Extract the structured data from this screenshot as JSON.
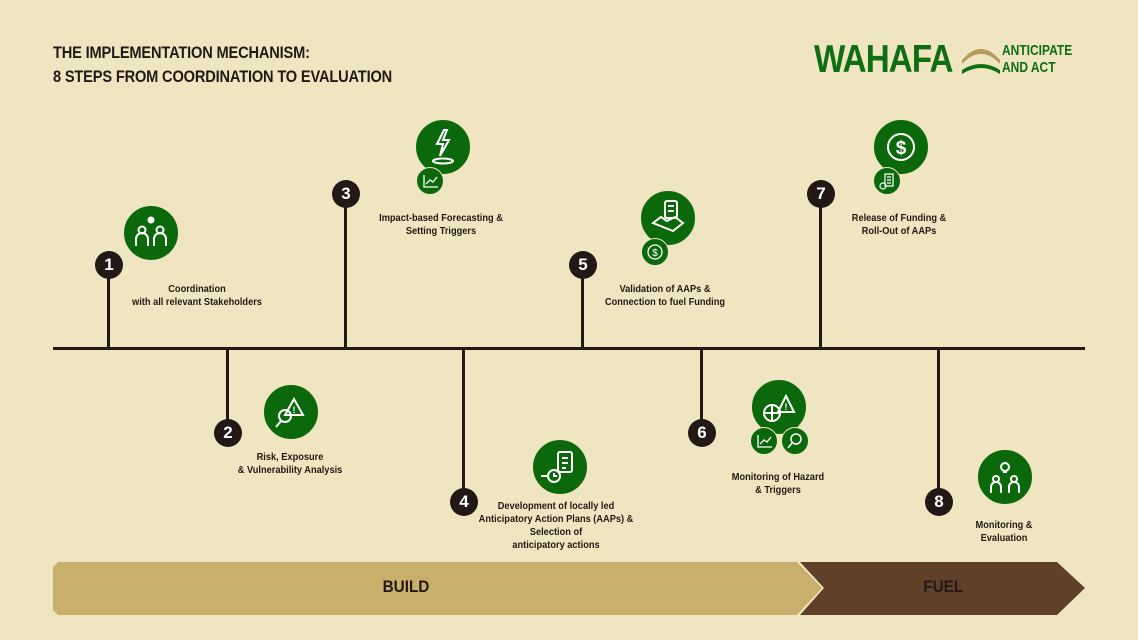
{
  "header": {
    "title_line1": "THE IMPLEMENTATION MECHANISM:",
    "title_line2": "8 STEPS FROM COORDINATION TO EVALUATION"
  },
  "logo": {
    "name": "WAHAFA",
    "tagline_line1": "ANTICIPATE",
    "tagline_line2": "AND ACT"
  },
  "colors": {
    "background": "#EFE6C1",
    "green": "#0B690B",
    "dark": "#231815",
    "build": "#C8B06C",
    "fuel": "#5E4128"
  },
  "steps": [
    {
      "number": "1",
      "label": "Coordination\nwith all relevant Stakeholders",
      "icon": "people-gear-icon"
    },
    {
      "number": "2",
      "label": "Risk, Exposure\n& Vulnerability Analysis",
      "icon": "magnifier-warning-icon"
    },
    {
      "number": "3",
      "label": "Impact-based Forecasting &\nSetting Triggers",
      "icon": "lightning-icon"
    },
    {
      "number": "4",
      "label": "Development of locally led\nAnticipatory Action Plans (AAPs) &\nSelection of\nanticipatory actions",
      "icon": "clipboard-clock-icon"
    },
    {
      "number": "5",
      "label": "Validation of AAPs &\nConnection to fuel Funding",
      "icon": "handshake-clipboard-icon"
    },
    {
      "number": "6",
      "label": "Monitoring of Hazard\n& Triggers",
      "icon": "globe-satellite-icon"
    },
    {
      "number": "7",
      "label": "Release of Funding &\nRoll-Out of AAPs",
      "icon": "dollar-icon"
    },
    {
      "number": "8",
      "label": "Monitoring &\nEvaluation",
      "icon": "people-lightbulb-icon"
    }
  ],
  "phases": {
    "build": "BUILD",
    "fuel": "FUEL"
  }
}
